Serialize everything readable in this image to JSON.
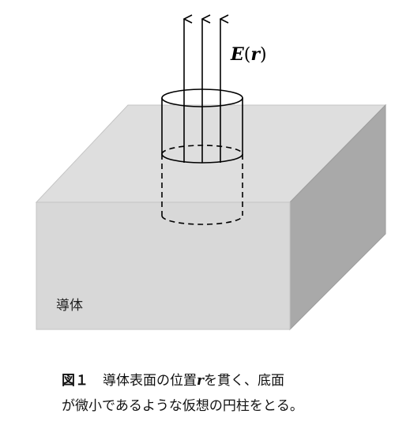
{
  "diagram": {
    "field_label_main": "E",
    "field_label_paren_open": "(",
    "field_label_var": "r",
    "field_label_paren_close": ")",
    "box_label": "導体",
    "box_colors": {
      "top": "#dedede",
      "front": "#d8d8d8",
      "side": "#a9a9a9",
      "edge": "#c4c4c4"
    }
  },
  "caption": {
    "fig_label": "図１",
    "text_before": "導体表面の位置",
    "symbol": "r",
    "text_after_line1": "を貫く、底面",
    "line2": "が微小であるような仮想の円柱をとる。"
  }
}
